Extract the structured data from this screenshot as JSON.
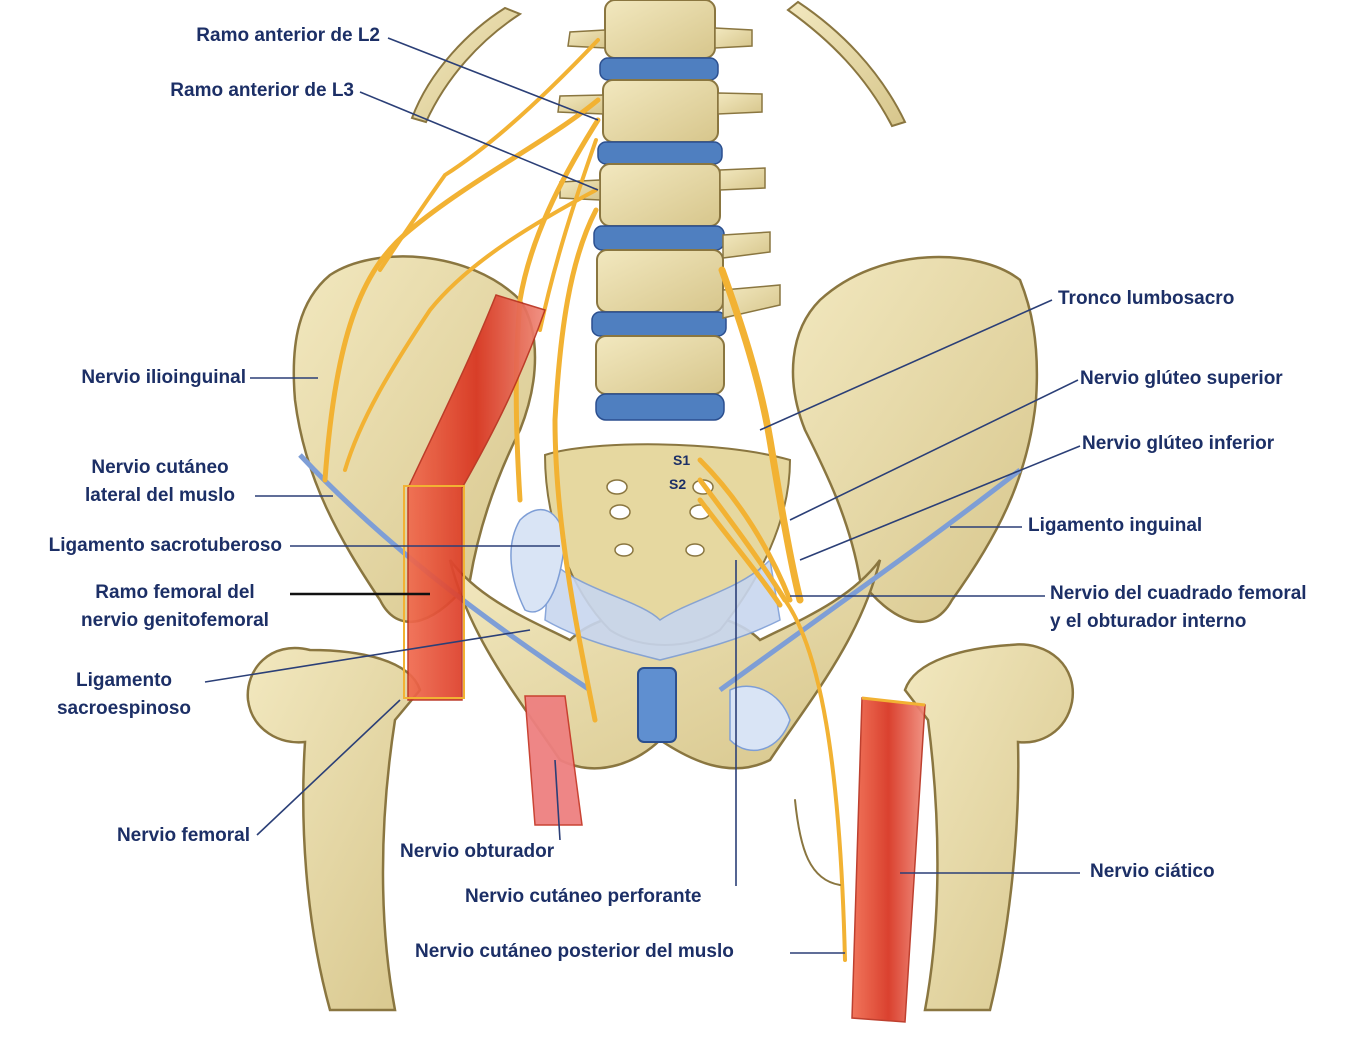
{
  "diagram": {
    "labels": {
      "ramo_l2": "Ramo anterior de L2",
      "ramo_l3": "Ramo anterior de L3",
      "ilioinguinal": "Nervio ilioinguinal",
      "cutaneo_lateral_1": "Nervio cutáneo",
      "cutaneo_lateral_2": "lateral del muslo",
      "sacrotuberoso": "Ligamento sacrotuberoso",
      "genitofemoral_1": "Ramo femoral del",
      "genitofemoral_2": "nervio genitofemoral",
      "sacroespinoso_1": "Ligamento",
      "sacroespinoso_2": "sacroespinoso",
      "femoral": "Nervio femoral",
      "obturador": "Nervio obturador",
      "cutaneo_perforante": "Nervio cutáneo perforante",
      "cutaneo_posterior": "Nervio cutáneo posterior del muslo",
      "tronco": "Tronco lumbosacro",
      "gluteo_superior": "Nervio glúteo superior",
      "gluteo_inferior": "Nervio glúteo inferior",
      "inguinal": "Ligamento inguinal",
      "cuadrado_1": "Nervio del cuadrado femoral",
      "cuadrado_2": "y el obturador interno",
      "ciatico": "Nervio ciático",
      "s1": "S1",
      "s2": "S2"
    },
    "colors": {
      "bone": "#e8dcaa",
      "bone_shade": "#c9b77a",
      "bone_outline": "#8a7640",
      "disc": "#4f7fc0",
      "nerve": "#f2b233",
      "nerve_red": "#e2452c",
      "ligament": "#9db7e0",
      "leader": "#2b3f77"
    }
  }
}
